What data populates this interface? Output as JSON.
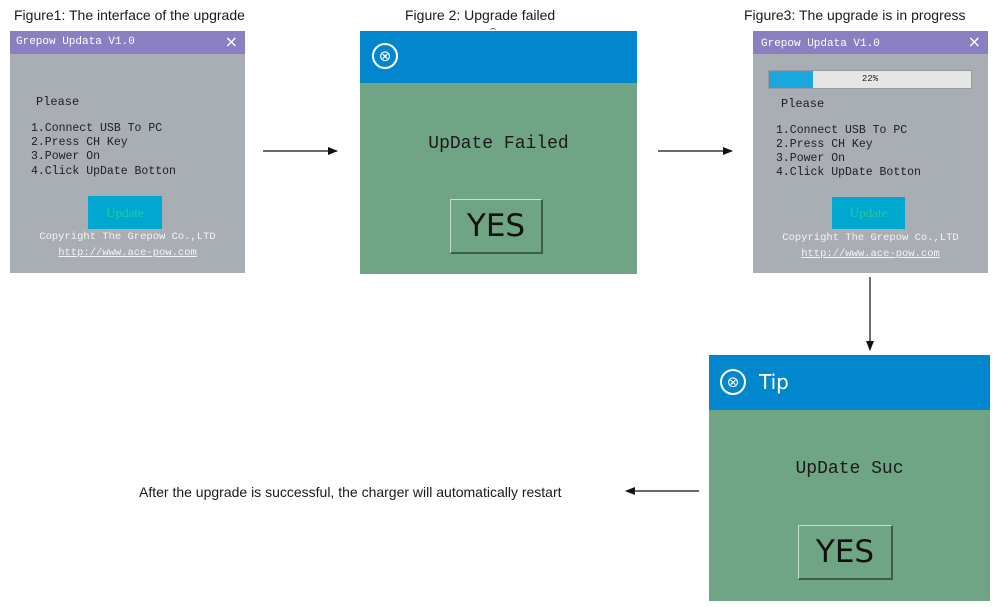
{
  "captions": {
    "fig1": "Figure1: The interface of the upgrade",
    "fig2": "Figure 2: Upgrade failed",
    "fig3": "Figure3: The upgrade is in progress",
    "note": "After the upgrade is successful, the charger will automatically restart"
  },
  "updater": {
    "title": "Grepow Updata V1.0",
    "close_symbol": "×",
    "please": "Please",
    "steps": [
      "1.Connect USB To PC",
      "2.Press CH Key",
      "3.Power On",
      "4.Click UpDate Botton"
    ],
    "update_button": "Update",
    "copyright": "Copyright The Grepow Co.,LTD",
    "url": "http://www.ace-pow.com"
  },
  "progress": {
    "value": 0.22,
    "label": "22%"
  },
  "failed_dialog": {
    "close_symbol": "⊗",
    "message": "UpDate Failed",
    "yes_button": "YES"
  },
  "success_dialog": {
    "close_symbol": "⊗",
    "title": "Tip",
    "message": "UpDate Suc",
    "yes_button": "YES"
  },
  "colors": {
    "updater_bg": "#a9adb4",
    "updater_titlebar": "#8a7fc0",
    "update_button": "#00a8d0",
    "dialog_header": "#0287ce",
    "dialog_body": "#6fa584",
    "progress_fill": "#18a8df"
  }
}
